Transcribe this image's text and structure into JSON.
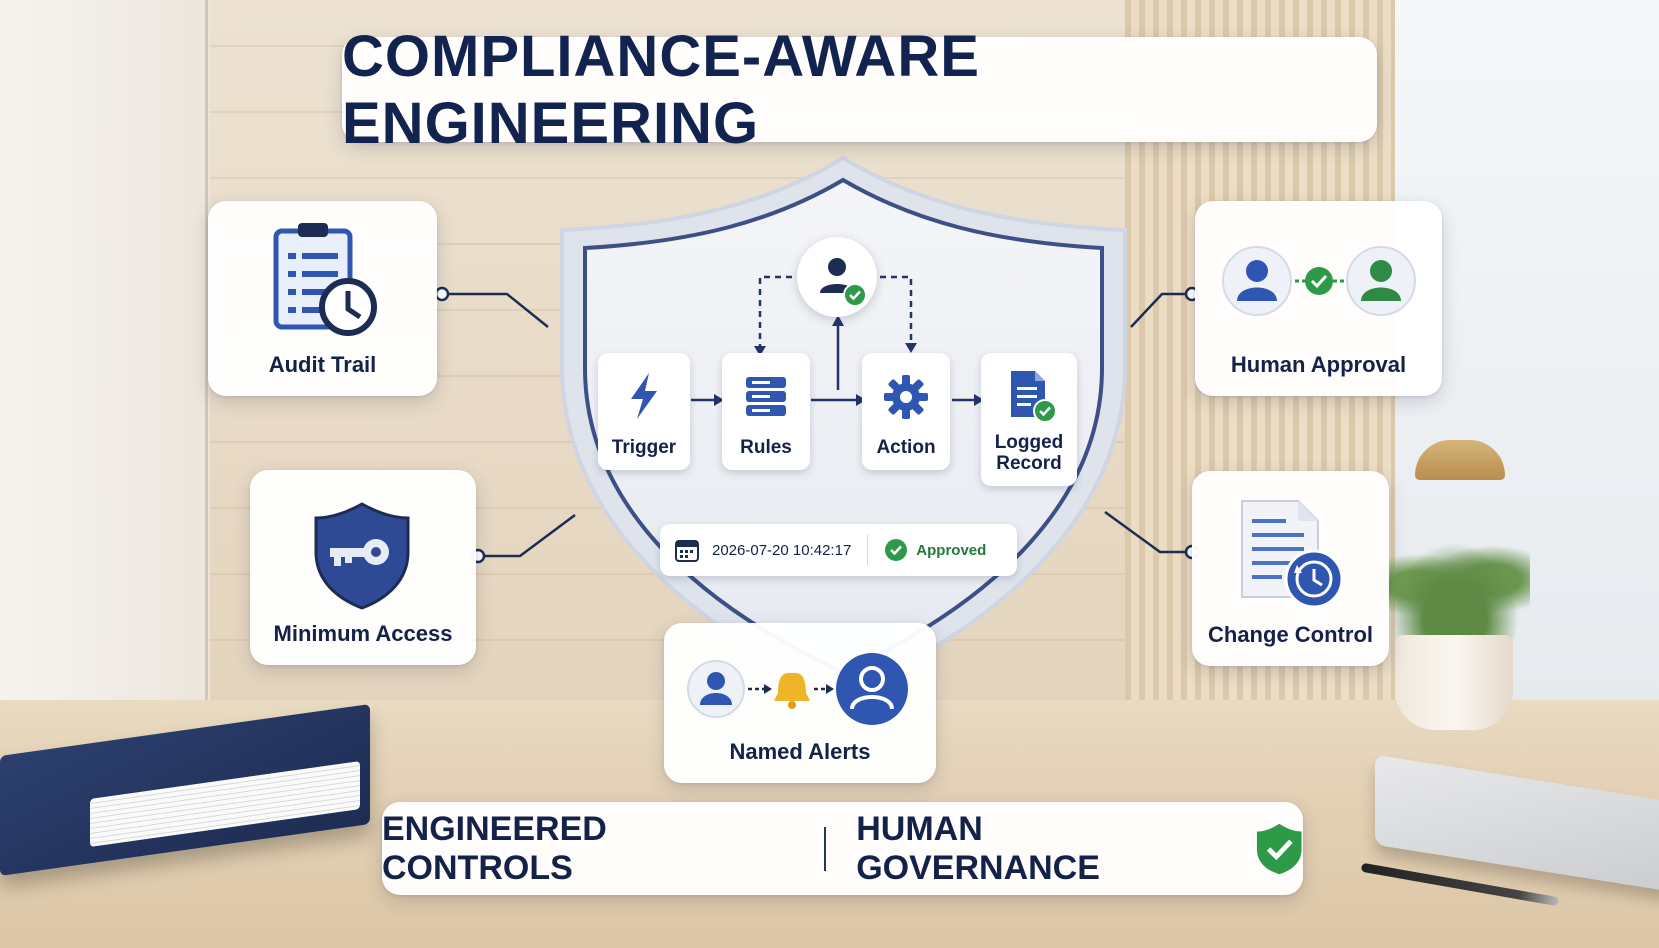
{
  "title": "COMPLIANCE-AWARE ENGINEERING",
  "features": {
    "audit_trail": "Audit Trail",
    "human_approval": "Human Approval",
    "minimum_access": "Minimum Access",
    "change_control": "Change Control",
    "named_alerts": "Named Alerts"
  },
  "flow": {
    "nodes": [
      "Trigger",
      "Rules",
      "Action",
      "Logged\nRecord"
    ]
  },
  "status": {
    "timestamp": "2026-07-20 10:42:17",
    "state": "Approved"
  },
  "footer": {
    "left": "ENGINEERED CONTROLS",
    "right": "HUMAN GOVERNANCE"
  },
  "colors": {
    "navy": "#14224a",
    "blue": "#2f56b0",
    "green": "#2e9a48"
  },
  "icons": [
    "clipboard-clock-icon",
    "user-icon",
    "check-icon",
    "shield-key-icon",
    "document-history-icon",
    "bell-icon",
    "lightning-icon",
    "server-rules-icon",
    "gear-icon",
    "document-check-icon",
    "calendar-icon",
    "shield-check-icon"
  ]
}
